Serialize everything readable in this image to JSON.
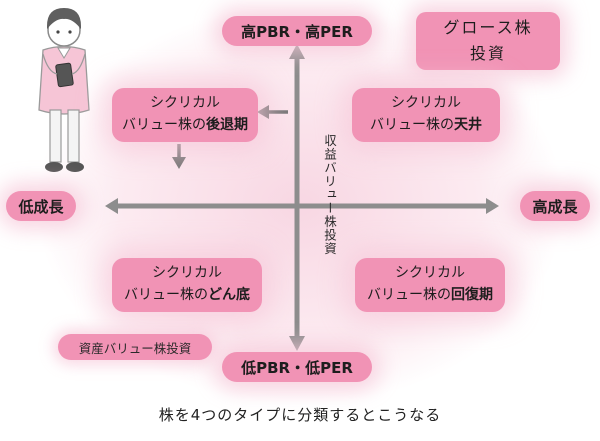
{
  "diagram": {
    "axis": {
      "top": "高PBR・高PER",
      "bottom": "低PBR・低PER",
      "left": "低成長",
      "right": "高成長"
    },
    "strategies": {
      "growth_line1": "グロース株",
      "growth_line2": "投資",
      "earnings_value_vertical": "収益バリュー株投資",
      "asset_value": "資産バリュー株投資"
    },
    "quadrants": {
      "top_left": {
        "l1": "シクリカル",
        "l2a": "バリュー株の",
        "l2b": "後退期"
      },
      "top_right": {
        "l1": "シクリカル",
        "l2a": "バリュー株の",
        "l2b": "天井"
      },
      "bottom_left": {
        "l1": "シクリカル",
        "l2a": "バリュー株の",
        "l2b": "どん底"
      },
      "bottom_right": {
        "l1": "シクリカル",
        "l2a": "バリュー株の",
        "l2b": "回復期"
      }
    },
    "caption": "株を4つのタイプに分類するとこうなる",
    "colors": {
      "box_pink": "#f193b5",
      "axis_gray": "#8d8d8d",
      "cycle_arrow_gray": "#777777",
      "glow_pink": "#f8d7e3"
    }
  }
}
